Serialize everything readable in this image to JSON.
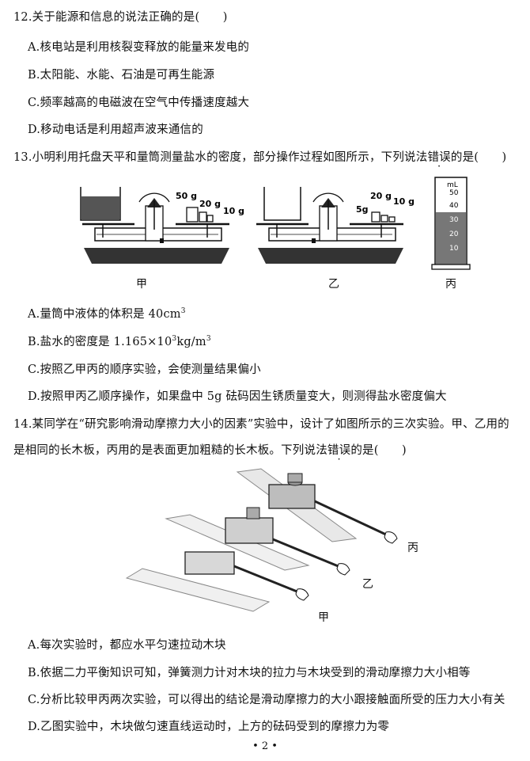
{
  "q12": {
    "stem": "12.关于能源和信息的说法正确的是(　　)",
    "options": [
      "A.核电站是利用核裂变释放的能量来发电的",
      "B.太阳能、水能、石油是可再生能源",
      "C.频率越高的电磁波在空气中传播速度越大",
      "D.移动电话是利用超声波来通信的"
    ]
  },
  "q13": {
    "stem_before": "13.小明利用托盘天平和量筒测量盐水的密度，部分操作过程如图所示，下列说法",
    "stem_emph": "错误",
    "stem_after": "的是(　　)",
    "figure": {
      "caption_jia": "甲",
      "caption_yi": "乙",
      "caption_bing": "丙",
      "weights_jia": [
        "50 g",
        "20 g",
        "10 g"
      ],
      "weights_yi": [
        "20 g",
        "10 g",
        "5g"
      ],
      "cylinder_unit": "mL",
      "cylinder_ticks": [
        "50",
        "40",
        "30",
        "20",
        "10"
      ]
    },
    "options": {
      "a": "A.量筒中液体的体积是 40cm",
      "a_sup": "3",
      "b": "B.盐水的密度是 1.165×10",
      "b_sup": "3",
      "b_mid": "kg/m",
      "b_sup2": "3",
      "c": "C.按照乙甲丙的顺序实验，会使测量结果偏小",
      "d": "D.按照甲丙乙顺序操作，如果盘中 5g 砝码因生锈质量变大，则测得盐水密度偏大"
    }
  },
  "q14": {
    "stem_line1": "14.某同学在“研究影响滑动摩擦力大小的因素”实验中，设计了如图所示的三次实验。甲、乙用的",
    "stem_line2_before": "是相同的长木板，丙用的是表面更加粗糙的长木板。下列说法",
    "stem_emph": "错误",
    "stem_line2_after": "的是(　　)",
    "figure": {
      "label_bing": "丙",
      "label_yi": "乙",
      "label_jia": "甲"
    },
    "options": [
      "A.每次实验时，都应水平匀速拉动木块",
      "B.依据二力平衡知识可知，弹簧测力计对木块的拉力与木块受到的滑动摩擦力大小相等",
      "C.分析比较甲丙两次实验，可以得出的结论是滑动摩擦力的大小跟接触面所受的压力大小有关",
      "D.乙图实验中，木块做匀速直线运动时，上方的砝码受到的摩擦力为零"
    ]
  },
  "footer": {
    "page_number": "• 2 •"
  }
}
